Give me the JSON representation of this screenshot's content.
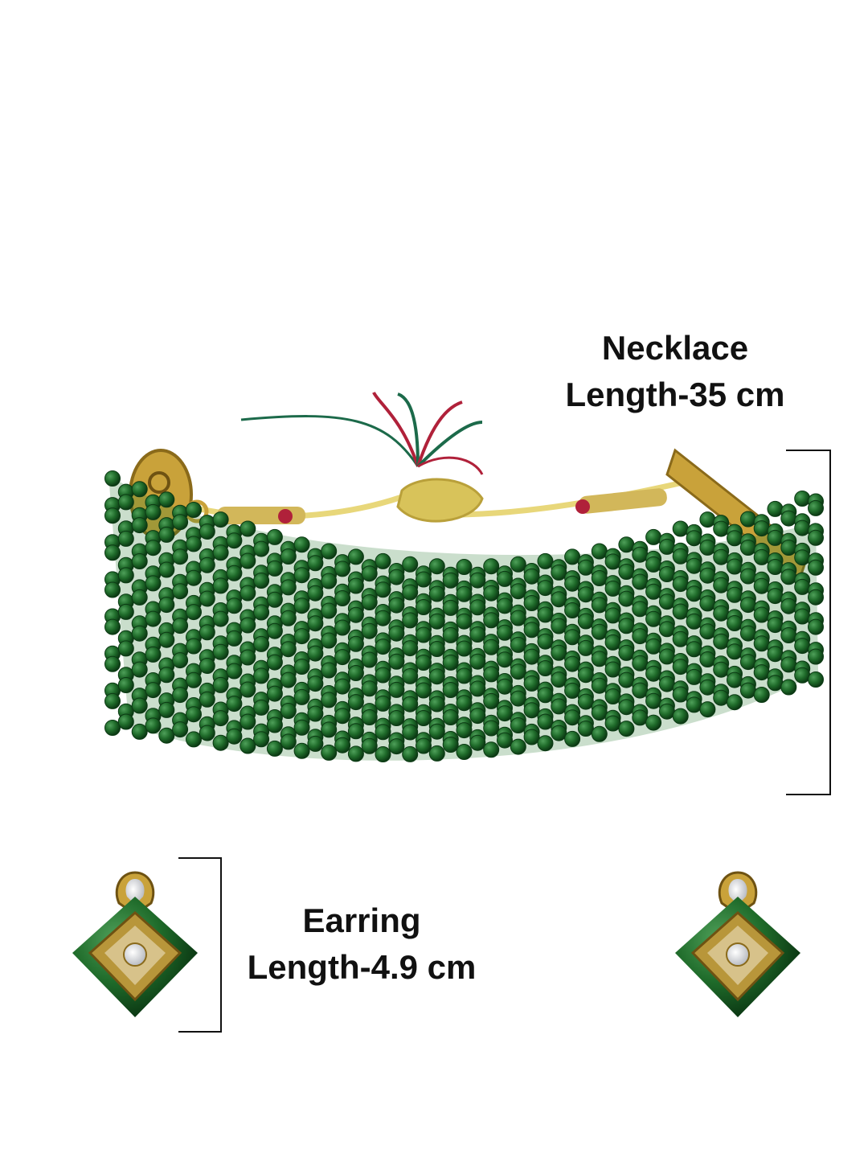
{
  "labels": {
    "necklace_title": "Necklace",
    "necklace_length": "Length-35 cm",
    "earring_title": "Earring",
    "earring_length": "Length-4.9 cm"
  },
  "colors": {
    "bead_green": "#1f6b2a",
    "bead_dark": "#0f4418",
    "gold": "#c9a23a",
    "cord": "#e8d77a",
    "tassel_red": "#b0213a",
    "tassel_green": "#1c6a4a"
  }
}
